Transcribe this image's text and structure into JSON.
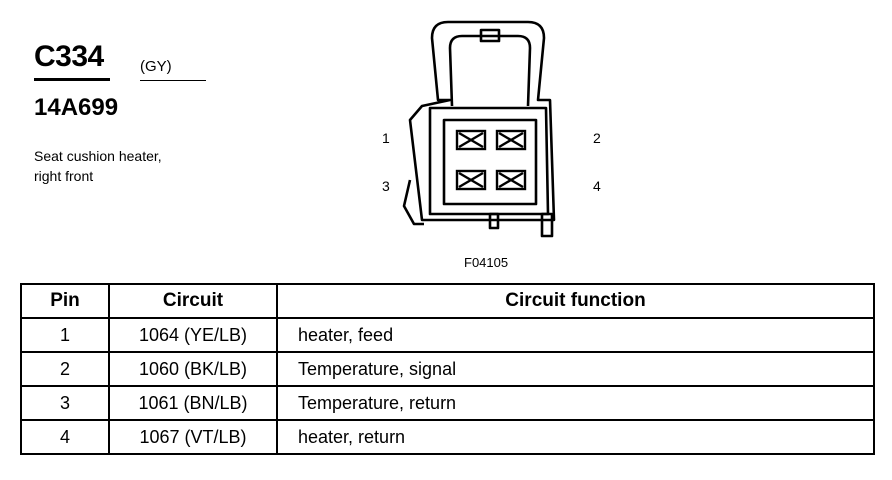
{
  "connector": {
    "id": "C334",
    "color_code": "(GY)",
    "part_number": "14A699",
    "description_lines": [
      "Seat cushion heater,",
      "right front"
    ]
  },
  "diagram": {
    "pin_labels": [
      "1",
      "2",
      "3",
      "4"
    ],
    "figure_id": "F04105"
  },
  "table": {
    "headers": [
      "Pin",
      "Circuit",
      "Circuit function"
    ],
    "rows": [
      [
        "1",
        "1064 (YE/LB)",
        "heater, feed"
      ],
      [
        "2",
        "1060 (BK/LB)",
        "Temperature, signal"
      ],
      [
        "3",
        "1061 (BN/LB)",
        "Temperature, return"
      ],
      [
        "4",
        "1067 (VT/LB)",
        "heater, return"
      ]
    ]
  }
}
